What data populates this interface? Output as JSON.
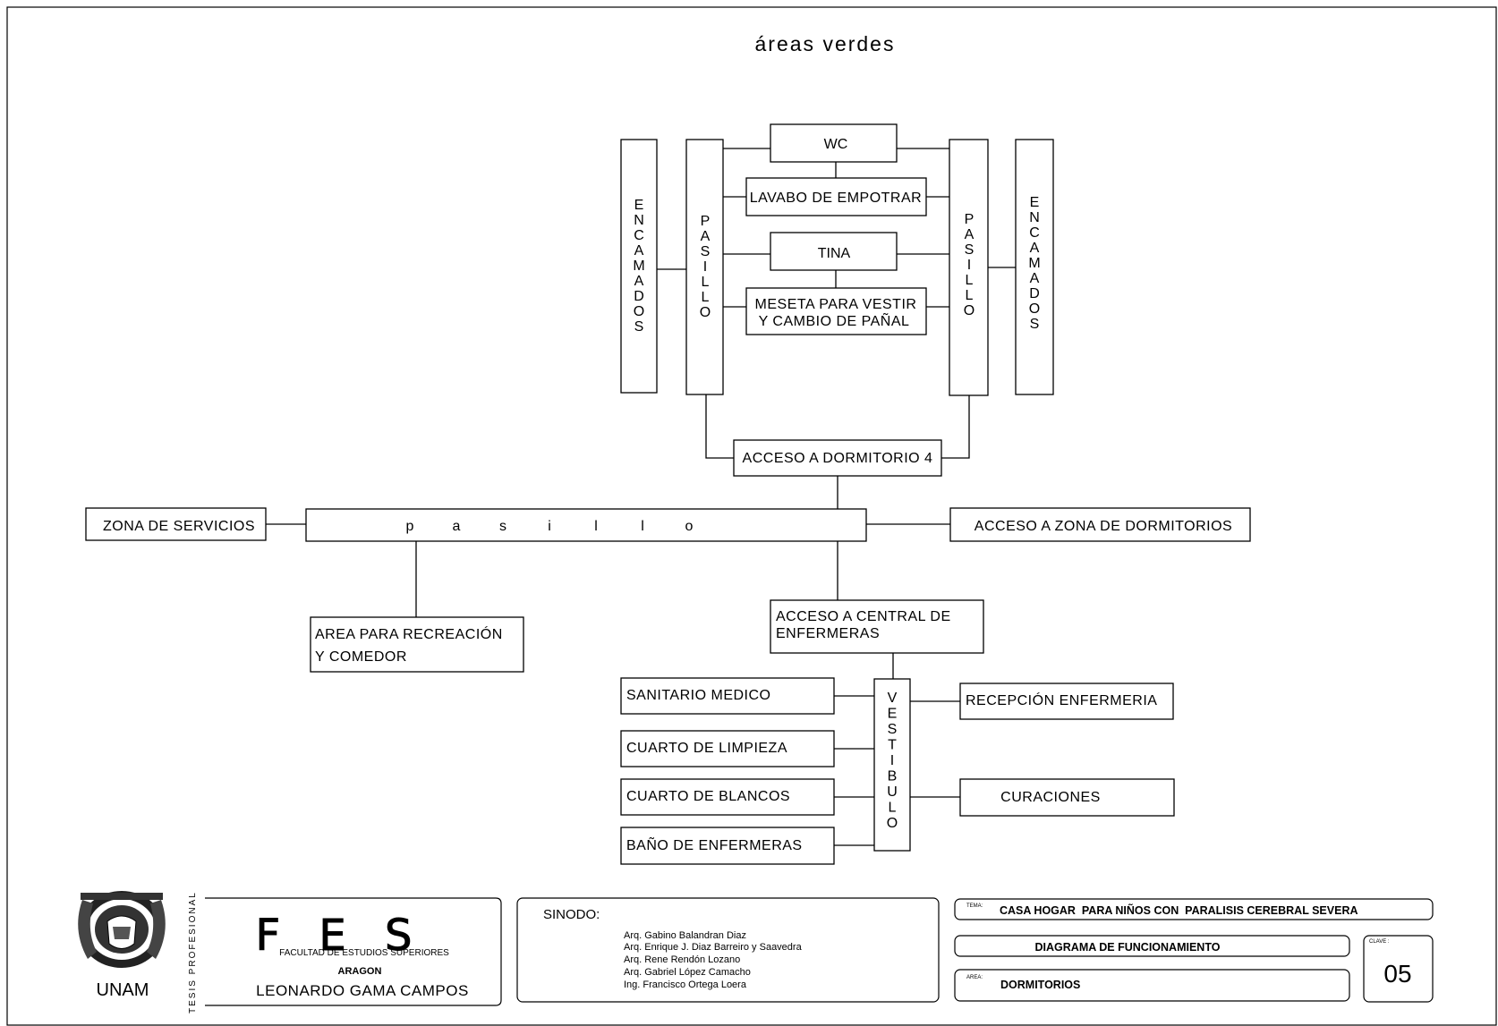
{
  "diagram": {
    "heading": "áreas verdes",
    "rooms": {
      "wc": "WC",
      "lavabo": "LAVABO DE EMPOTRAR",
      "tina": "TINA",
      "meseta_line1": "MESETA PARA VESTIR",
      "meseta_line2": "Y CAMBIO DE PAÑAL",
      "encamados": "ENCAMADOS",
      "pasillo_vertical": "PASILLO",
      "acceso_dormitorio": "ACCESO A DORMITORIO 4",
      "pasillo_main": "pasillo",
      "zona_servicios": "ZONA DE SERVICIOS",
      "acceso_zona_dormitorios": "ACCESO A ZONA DE DORMITORIOS",
      "area_recreacion_line1": "AREA PARA RECREACIÓN",
      "area_recreacion_line2": "Y COMEDOR",
      "acceso_central_line1": "ACCESO A CENTRAL DE",
      "acceso_central_line2": "ENFERMERAS",
      "vestibulo": "VESTIBULO",
      "sanitario_medico": "SANITARIO MEDICO",
      "cuarto_limpieza": "CUARTO DE LIMPIEZA",
      "cuarto_blancos": "CUARTO DE BLANCOS",
      "bano_enfermeras": "BAÑO DE ENFERMERAS",
      "recepcion_enfermeria": "RECEPCIÓN ENFERMERIA",
      "curaciones": "CURACIONES"
    }
  },
  "title_block": {
    "unam_label": "UNAM",
    "tesis_label": "TESIS PROFESIONAL",
    "fes_letters": "F E S",
    "fes_subtitle": "FACULTAD DE ESTUDIOS SUPERIORES",
    "campus": "ARAGON",
    "author": "LEONARDO GAMA CAMPOS",
    "sinodo_label": "SINODO:",
    "sinodo_members": [
      "Arq. Gabino Balandran Diaz",
      "Arq. Enrique J. Diaz Barreiro y Saavedra",
      "Arq. Rene Rendón Lozano",
      "Arq. Gabriel López Camacho",
      "Ing. Francisco Ortega Loera"
    ],
    "tema_label": "TEMA:",
    "tema": "CASA HOGAR  PARA NIÑOS CON  PARALISIS CEREBRAL SEVERA",
    "drawing_title": "DIAGRAMA DE FUNCIONAMIENTO",
    "area_label": "AREA:",
    "area": "DORMITORIOS",
    "clave_label": "CLAVE :",
    "clave": "05"
  }
}
